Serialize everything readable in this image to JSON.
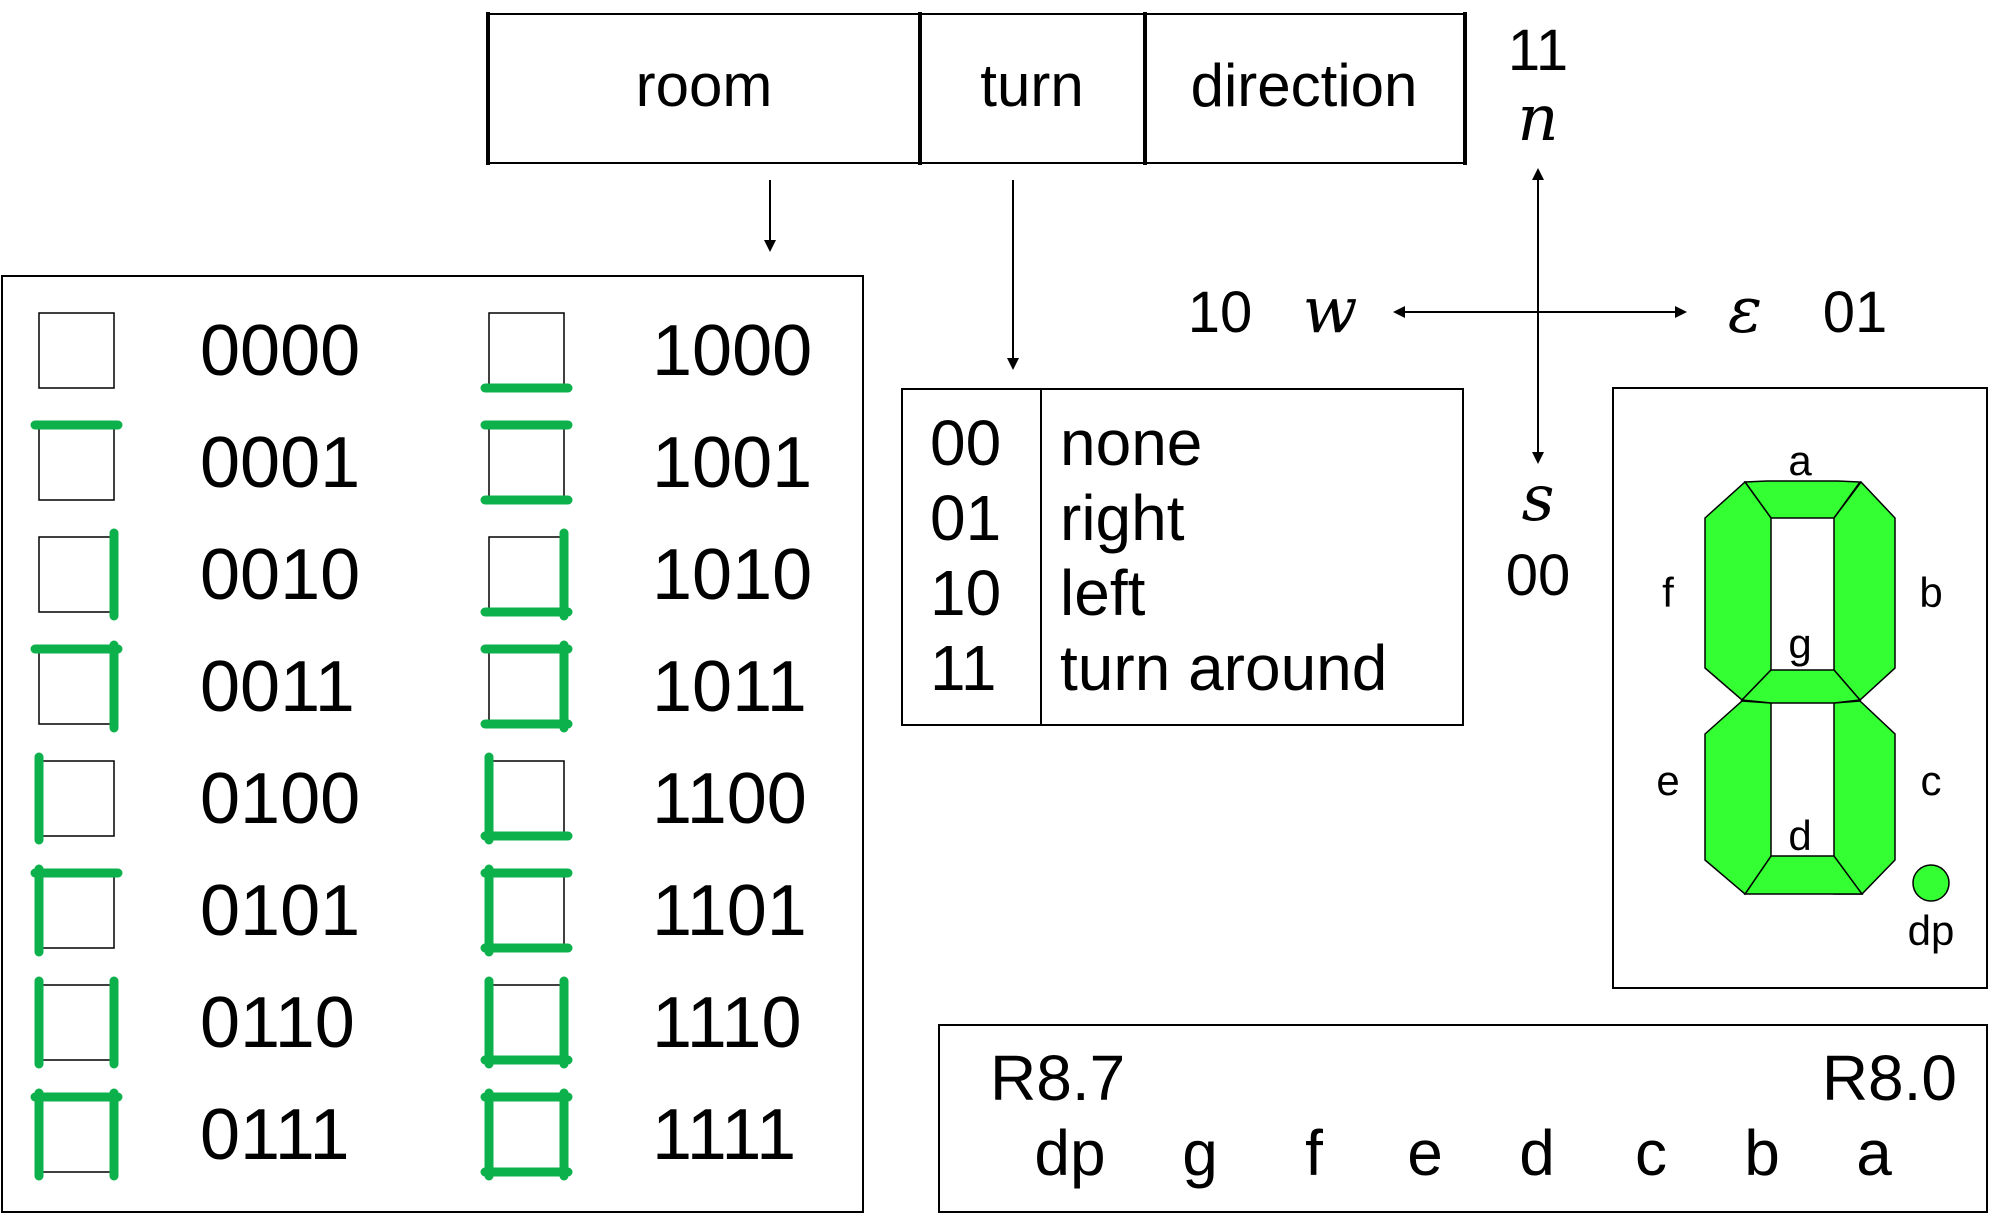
{
  "header": {
    "fields": [
      "room",
      "turn",
      "direction"
    ]
  },
  "compass": {
    "north": {
      "code": "11",
      "letter": "n"
    },
    "west": {
      "code": "10",
      "letter": "w"
    },
    "east": {
      "code": "01",
      "letter": "ε"
    },
    "south": {
      "code": "00",
      "letter": "s"
    }
  },
  "rooms": {
    "codes": [
      "0000",
      "0001",
      "0010",
      "0011",
      "0100",
      "0101",
      "0110",
      "0111",
      "1000",
      "1001",
      "1010",
      "1011",
      "1100",
      "1101",
      "1110",
      "1111"
    ]
  },
  "turn_table": {
    "rows": [
      {
        "code": "00",
        "label": "none"
      },
      {
        "code": "01",
        "label": "right"
      },
      {
        "code": "10",
        "label": "left"
      },
      {
        "code": "11",
        "label": "turn around"
      }
    ]
  },
  "seven_segment": {
    "segments": [
      "a",
      "b",
      "c",
      "d",
      "e",
      "f",
      "g"
    ],
    "dp_label": "dp",
    "color": "#33ff33"
  },
  "register": {
    "left": "R8.7",
    "right": "R8.0",
    "bits": [
      "dp",
      "g",
      "f",
      "e",
      "d",
      "c",
      "b",
      "a"
    ]
  },
  "colors": {
    "wall": "#0db14b",
    "segment": "#33ff33"
  }
}
